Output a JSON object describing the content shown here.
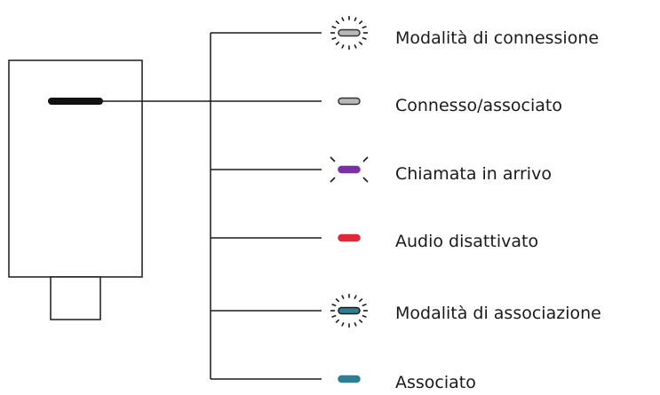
{
  "colors": {
    "line": "#1a1a1a",
    "device_led": "#111111"
  },
  "states": [
    {
      "label": "Modalità di connessione",
      "led_color": "#b8b8b8",
      "led_outline": "#333333",
      "effect": "dotted-ring",
      "icon": "blinking-led-icon"
    },
    {
      "label": "Connesso/associato",
      "led_color": "#b8b8b8",
      "led_outline": "#333333",
      "effect": "none",
      "icon": "solid-led-icon"
    },
    {
      "label": "Chiamata in arrivo",
      "led_color": "#7b2fa6",
      "led_outline": "#7b2fa6",
      "effect": "sparks",
      "icon": "flashing-led-icon"
    },
    {
      "label": "Audio disattivato",
      "led_color": "#e0283a",
      "led_outline": "#e0283a",
      "effect": "none",
      "icon": "solid-led-icon"
    },
    {
      "label": "Modalità di associazione",
      "led_color": "#2e7f92",
      "led_outline": "#1a1a1a",
      "effect": "dotted-ring",
      "icon": "blinking-led-icon"
    },
    {
      "label": "Associato",
      "led_color": "#2e7f92",
      "led_outline": "#2e7f92",
      "effect": "none",
      "icon": "solid-led-icon"
    }
  ]
}
